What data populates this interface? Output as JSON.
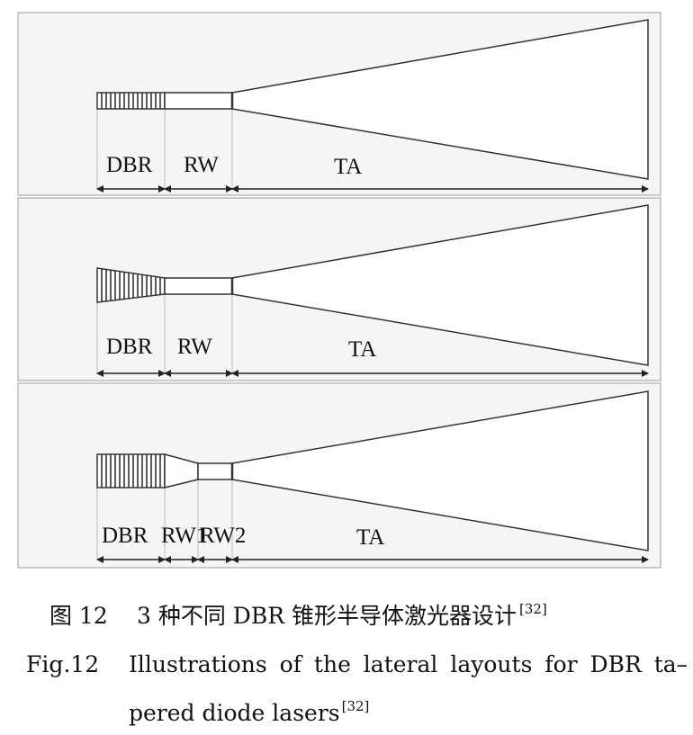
{
  "panels": [
    {
      "labels": {
        "dbr": "DBR",
        "rw": "RW",
        "ta": "TA"
      }
    },
    {
      "labels": {
        "dbr": "DBR",
        "rw": "RW",
        "ta": "TA"
      }
    },
    {
      "labels": {
        "dbr": "DBR",
        "rw1": "RW1",
        "rw2": "RW2",
        "ta": "TA"
      }
    }
  ],
  "caption_cn": {
    "figure_no": "图 12",
    "text": "3 种不同 DBR 锥形半导体激光器设计",
    "ref": "[32]"
  },
  "caption_en": {
    "figure_no": "Fig.12",
    "line1": "Illustrations of the lateral layouts for DBR ta–",
    "line2": "pered diode lasers",
    "ref": "[32]"
  }
}
